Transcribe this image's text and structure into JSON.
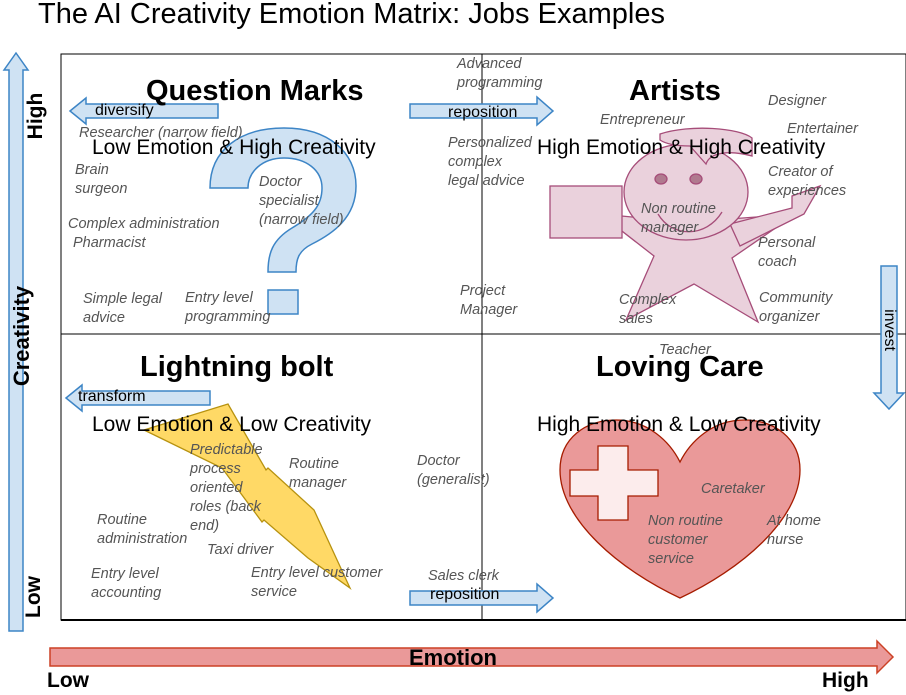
{
  "title": "The AI Creativity Emotion Matrix: Jobs Examples",
  "axes": {
    "y_label": "Creativity",
    "y_high": "High",
    "y_low": "Low",
    "x_label": "Emotion",
    "x_low": "Low",
    "x_high": "High"
  },
  "quadrants": {
    "question_marks": {
      "name": "Question Marks",
      "subtitle": "Low Emotion & High Creativity"
    },
    "artists": {
      "name": "Artists",
      "subtitle": "High Emotion & High Creativity"
    },
    "lightning_bolt": {
      "name": "Lightning bolt",
      "subtitle": "Low Emotion & Low Creativity"
    },
    "loving_care": {
      "name": "Loving Care",
      "subtitle": "High Emotion & Low Creativity"
    }
  },
  "arrows": {
    "diversify": "diversify",
    "reposition_top": "reposition",
    "invest": "invest",
    "transform": "transform",
    "reposition_bottom": "reposition"
  },
  "jobs": {
    "researcher": "Researcher (narrow field)",
    "brain_surgeon": "Brain\nsurgeon",
    "doctor_specialist": "Doctor\nspecialist\n(narrow field)",
    "complex_administration": "Complex administration",
    "pharmacist": "Pharmacist",
    "simple_legal_advice": "Simple legal\nadvice",
    "entry_level_programming": "Entry level\nprogramming",
    "advanced_programming": "Advanced\nprogramming",
    "personalized_legal": "Personalized\ncomplex\nlegal advice",
    "project_manager": "Project\nManager",
    "entrepreneur": "Entrepreneur",
    "designer": "Designer",
    "entertainer": "Entertainer",
    "creator_of_experiences": "Creator of\nexperiences",
    "non_routine_manager": "Non routine\nmanager",
    "personal_coach": "Personal\ncoach",
    "complex_sales": "Complex\nsales",
    "community_organizer": "Community\norganizer",
    "teacher": "Teacher",
    "predictable_roles": "Predictable\nprocess\noriented\nroles (back\nend)",
    "routine_manager": "Routine\nmanager",
    "doctor_generalist": "Doctor\n(generalist)",
    "routine_administration": "Routine\nadministration",
    "taxi_driver": "Taxi driver",
    "entry_level_accounting": "Entry level\naccounting",
    "entry_level_customer_service": "Entry level customer\nservice",
    "sales_clerk": "Sales clerk",
    "caretaker": "Caretaker",
    "non_routine_customer_service": "Non routine\ncustomer\nservice",
    "at_home_nurse": "At home\nnurse"
  },
  "colors": {
    "blue_arrow_fill": "#cfe2f3",
    "blue_arrow_stroke": "#3d85c6",
    "red_arrow_fill": "#ea9999",
    "red_arrow_stroke": "#cc4125",
    "question_mark_fill": "#cfe2f3",
    "artist_figure_fill": "#ead1dc",
    "lightning_fill": "#ffd966",
    "heart_fill": "#ea9999",
    "cross_fill": "#fcecec",
    "job_text": "#555555"
  },
  "icons": [
    "question-mark-icon",
    "artist-figure-icon",
    "lightning-bolt-icon",
    "heart-icon",
    "cross-icon"
  ]
}
